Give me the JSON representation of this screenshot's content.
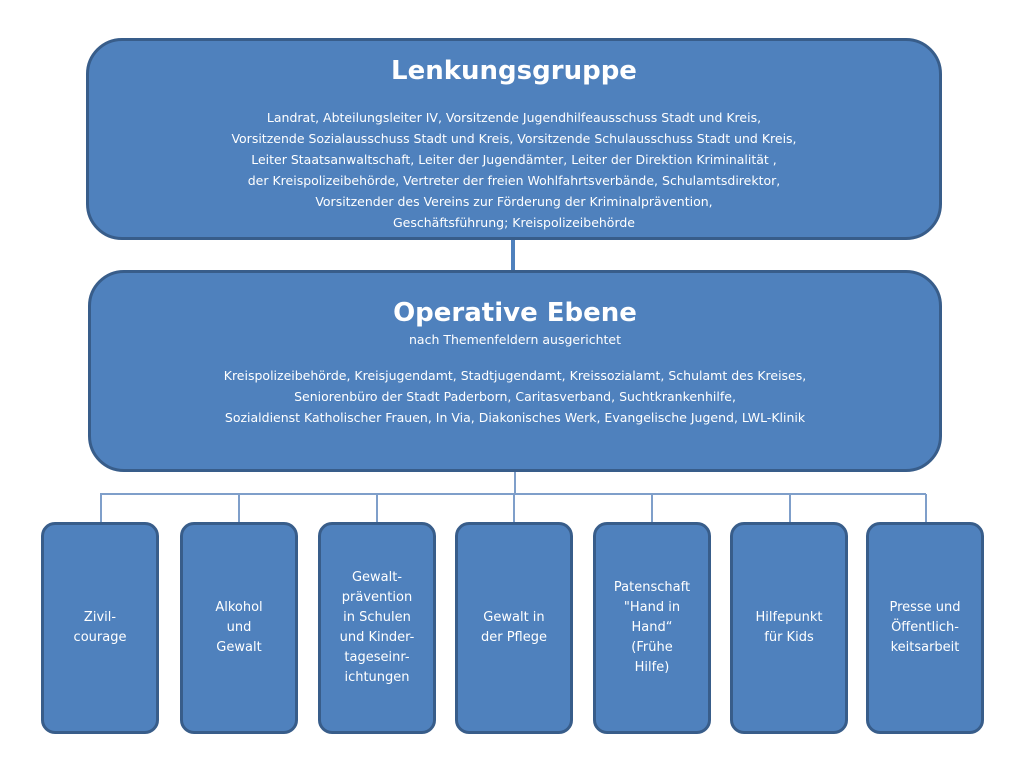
{
  "top_box": {
    "title": "Lenkungsgruppe",
    "lines": [
      "Landrat, Abteilungsleiter IV, Vorsitzende Jugendhilfeausschuss Stadt und Kreis,",
      "Vorsitzende Sozialausschuss Stadt und Kreis, Vorsitzende Schulausschuss Stadt und Kreis,",
      "Leiter Staatsanwaltschaft, Leiter der Jugendämter, Leiter der Direktion Kriminalität ,",
      "der Kreispolizeibehörde, Vertreter der freien Wohlfahrtsverbände, Schulamtsdirektor,",
      "Vorsitzender des Vereins zur Förderung der Kriminalprävention,",
      "Geschäftsführung; Kreispolizeibehörde"
    ]
  },
  "middle_box": {
    "title": "Operative Ebene",
    "subtitle": "nach Themenfeldern ausgerichtet",
    "lines": [
      "Kreispolizeibehörde, Kreisjugendamt, Stadtjugendamt, Kreissozialamt, Schulamt des Kreises,",
      "Seniorenbüro  der Stadt Paderborn,  Caritasverband, Suchtkrankenhilfe,",
      "Sozialdienst Katholischer Frauen, In Via, Diakonisches Werk, Evangelische Jugend, LWL-Klinik"
    ]
  },
  "children": [
    {
      "label": "Zivil-\ncourage"
    },
    {
      "label": "Alkohol\nund\nGewalt"
    },
    {
      "label": "Gewalt-\nprävention\nin Schulen\nund Kinder-\ntageseinr-\nichtungen"
    },
    {
      "label": "Gewalt in\nder Pflege"
    },
    {
      "label": "Patenschaft\n\"Hand in\nHand“\n(Frühe\nHilfe)"
    },
    {
      "label": "Hilfepunkt\nfür Kids"
    },
    {
      "label": "Presse und\nÖffentlich-\nkeitsarbeit"
    }
  ]
}
